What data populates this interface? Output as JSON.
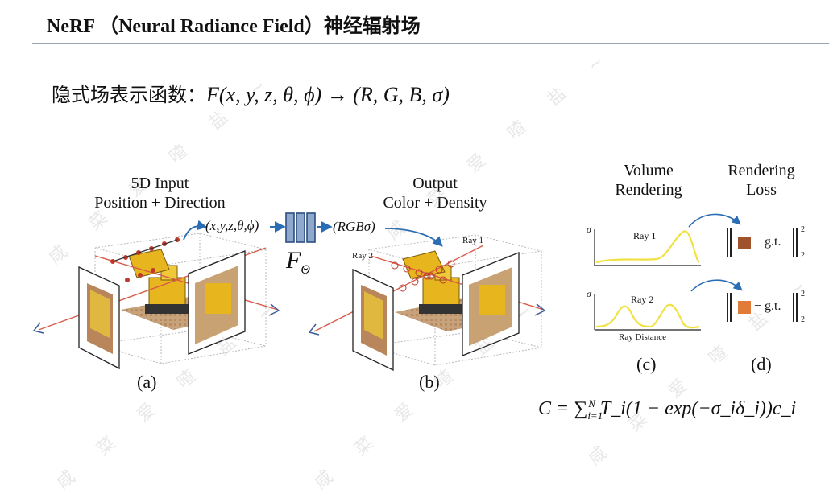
{
  "title": "NeRF （Neural Radiance Field）神经辐射场",
  "implicit_formula": {
    "prefix": "隐式场表示函数：",
    "math": "F(x, y, z, θ, ϕ) → (R, G, B, σ)"
  },
  "panel_a": {
    "heading_line1": "5D Input",
    "heading_line2": "Position + Direction",
    "input_tuple": "(x,y,z,θ,ϕ)",
    "caption": "(a)"
  },
  "network": {
    "label": "F",
    "subscript": "Θ"
  },
  "panel_b": {
    "heading_line1": "Output",
    "heading_line2": "Color + Density",
    "output_tuple": "(RGBσ)",
    "ray1": "Ray 1",
    "ray2": "Ray 2",
    "caption": "(b)"
  },
  "panel_c": {
    "heading_line1": "Volume",
    "heading_line2": "Rendering",
    "sigma": "σ",
    "ray1": "Ray 1",
    "ray2": "Ray 2",
    "xaxis": "Ray Distance",
    "caption": "(c)"
  },
  "panel_d": {
    "heading_line1": "Rendering",
    "heading_line2": "Loss",
    "gt": "− g.t.",
    "sub": "2",
    "sup": "2",
    "caption": "(d)",
    "swatch_colors": [
      "#a0522d",
      "#e07b39"
    ]
  },
  "render_equation": {
    "lhs": "C = ",
    "sum": "∑",
    "sum_lower": "i=1",
    "sum_upper": "N",
    "rhs": "T_i(1 − exp(−σ_iδ_i))c_i"
  },
  "watermark": "咸 菜 爱 喳 盐 ~"
}
